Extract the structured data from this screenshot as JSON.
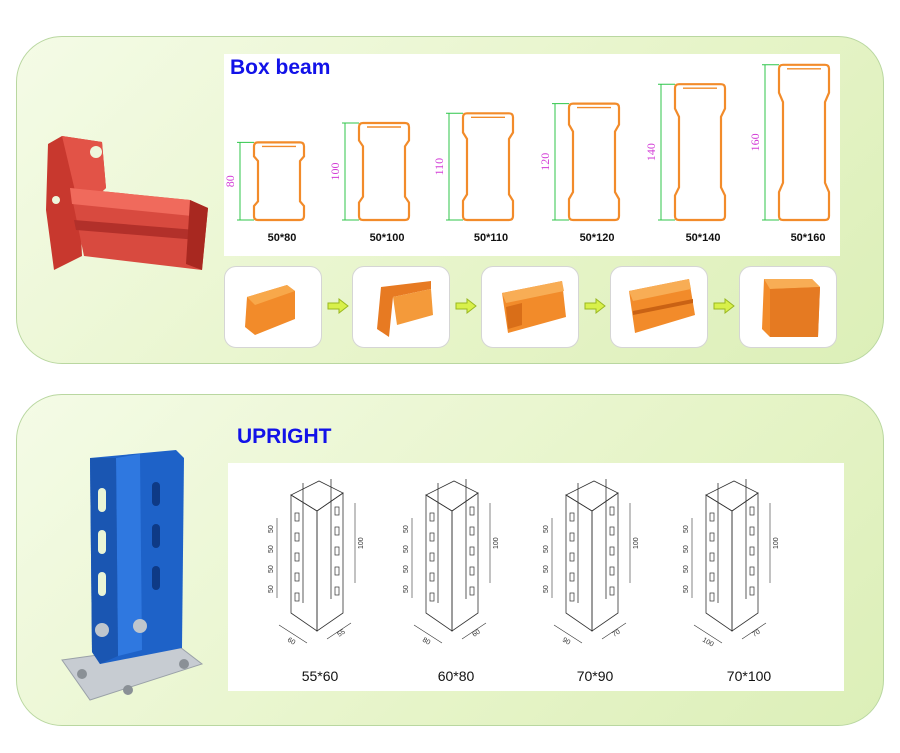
{
  "beam": {
    "title": "Box beam",
    "sizes": [
      {
        "label": "50*80",
        "height": "80"
      },
      {
        "label": "50*100",
        "height": "100"
      },
      {
        "label": "50*110",
        "height": "110"
      },
      {
        "label": "50*120",
        "height": "120"
      },
      {
        "label": "50*140",
        "height": "140"
      },
      {
        "label": "50*160",
        "height": "160"
      }
    ]
  },
  "upright": {
    "title": "UPRIGHT",
    "sizes": [
      {
        "label": "55*60",
        "w": "60",
        "d": "55"
      },
      {
        "label": "60*80",
        "w": "80",
        "d": "60"
      },
      {
        "label": "70*90",
        "w": "90",
        "d": "70"
      },
      {
        "label": "70*100",
        "w": "100",
        "d": "70"
      }
    ],
    "spacing": [
      "50",
      "50",
      "50",
      "50"
    ],
    "pitch": "100"
  },
  "colors": {
    "title": "#1212e8",
    "beam_orange": "#f28b2a",
    "dim_green": "#2fc64a",
    "dim_magenta": "#d23ad6",
    "upright_blue": "#1e62c8",
    "beam_red": "#d84a3f"
  }
}
